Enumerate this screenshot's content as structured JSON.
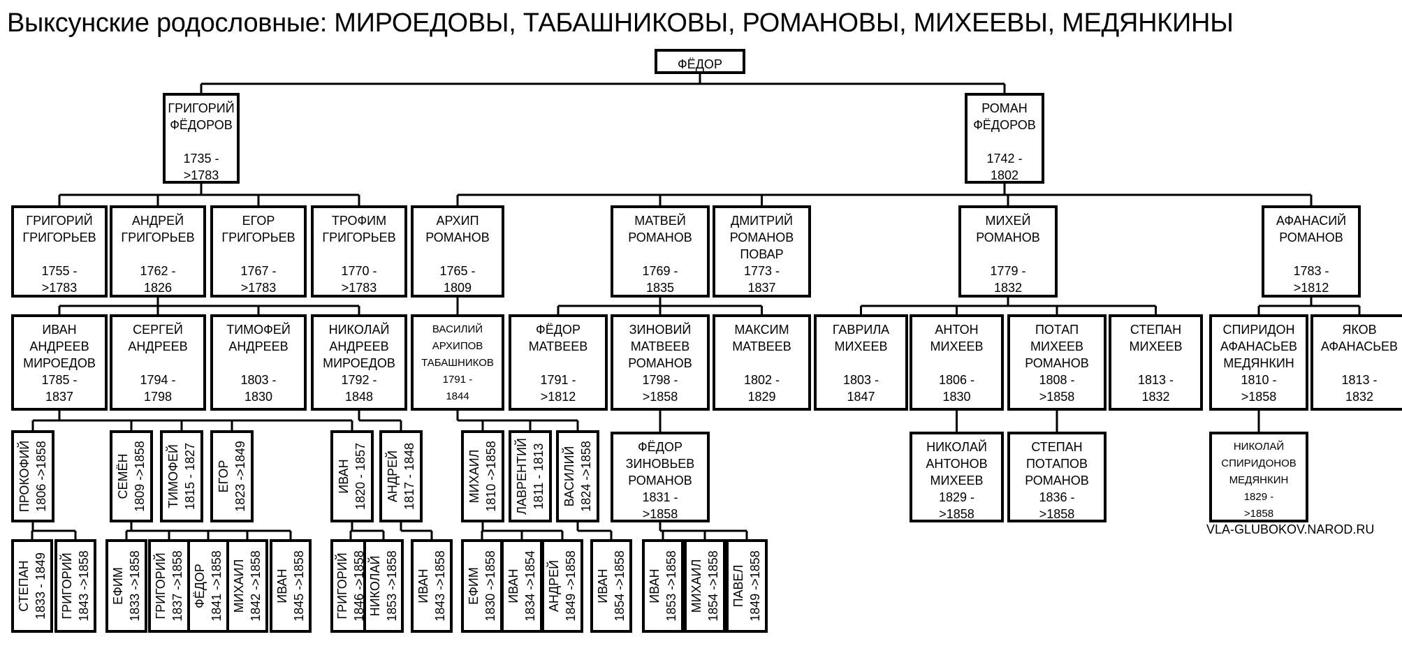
{
  "title": "Выксунские родословные: МИРОЕДОВЫ, ТАБАШНИКОВЫ, РОМАНОВЫ, МИХЕЕВЫ, МЕДЯНКИНЫ",
  "credit": "VLA-GLUBOKOV.NAROD.RU",
  "persons": [
    {
      "id": "fedor",
      "lines": [
        "ФЁДОР"
      ]
    },
    {
      "id": "grigoriy-fedorov",
      "lines": [
        "ГРИГОРИЙ",
        "ФЁДОРОВ",
        "",
        "1735 -",
        ">1783"
      ]
    },
    {
      "id": "roman-fedorov",
      "lines": [
        "РОМАН",
        "ФЁДОРОВ",
        "",
        "1742 -",
        "1802"
      ]
    },
    {
      "id": "grigoriy-grigoriev",
      "lines": [
        "ГРИГОРИЙ",
        "ГРИГОРЬЕВ",
        "",
        "1755 -",
        ">1783"
      ]
    },
    {
      "id": "andrey-grigoriev",
      "lines": [
        "АНДРЕЙ",
        "ГРИГОРЬЕВ",
        "",
        "1762 -",
        "1826"
      ]
    },
    {
      "id": "egor-grigoriev",
      "lines": [
        "ЕГОР",
        "ГРИГОРЬЕВ",
        "",
        "1767 -",
        ">1783"
      ]
    },
    {
      "id": "trofim-grigoriev",
      "lines": [
        "ТРОФИМ",
        "ГРИГОРЬЕВ",
        "",
        "1770 -",
        ">1783"
      ]
    },
    {
      "id": "arkhip-romanov",
      "lines": [
        "АРХИП",
        "РОМАНОВ",
        "",
        "1765 -",
        "1809"
      ]
    },
    {
      "id": "matvey-romanov",
      "lines": [
        "МАТВЕЙ",
        "РОМАНОВ",
        "",
        "1769 -",
        "1835"
      ]
    },
    {
      "id": "dmitriy-romanov",
      "lines": [
        "ДМИТРИЙ",
        "РОМАНОВ",
        "ПОВАР",
        "1773 -",
        "1837"
      ]
    },
    {
      "id": "mikhey-romanov",
      "lines": [
        "МИХЕЙ",
        "РОМАНОВ",
        "",
        "1779 -",
        "1832"
      ]
    },
    {
      "id": "afanasiy-romanov",
      "lines": [
        "АФАНАСИЙ",
        "РОМАНОВ",
        "",
        "1783 -",
        ">1812"
      ]
    },
    {
      "id": "ivan-andreev",
      "lines": [
        "ИВАН",
        "АНДРЕЕВ",
        "МИРОЕДОВ",
        "1785 -",
        "1837"
      ]
    },
    {
      "id": "sergey-andreev",
      "lines": [
        "СЕРГЕЙ",
        "АНДРЕЕВ",
        "",
        "1794 -",
        "1798"
      ]
    },
    {
      "id": "timofey-andreev",
      "lines": [
        "ТИМОФЕЙ",
        "АНДРЕЕВ",
        "",
        "1803 -",
        "1830"
      ]
    },
    {
      "id": "nikolay-andreev",
      "lines": [
        "НИКОЛАЙ",
        "АНДРЕЕВ",
        "МИРОЕДОВ",
        "1792 -",
        "1848"
      ]
    },
    {
      "id": "vasiliy-arkhipov",
      "lines": [
        "ВАСИЛИЙ",
        "АРХИПОВ",
        "ТАБАШНИКОВ",
        "1791 -",
        "1844"
      ]
    },
    {
      "id": "fedor-matveev",
      "lines": [
        "ФЁДОР",
        "МАТВЕЕВ",
        "",
        "1791 -",
        ">1812"
      ]
    },
    {
      "id": "zinoviy-matveev",
      "lines": [
        "ЗИНОВИЙ",
        "МАТВЕЕВ",
        "РОМАНОВ",
        "1798 -",
        ">1858"
      ]
    },
    {
      "id": "maksim-matveev",
      "lines": [
        "МАКСИМ",
        "МАТВЕЕВ",
        "",
        "1802 -",
        "1829"
      ]
    },
    {
      "id": "gavrila-mikheev",
      "lines": [
        "ГАВРИЛА",
        "МИХЕЕВ",
        "",
        "1803 -",
        "1847"
      ]
    },
    {
      "id": "anton-mikheev",
      "lines": [
        "АНТОН",
        "МИХЕЕВ",
        "",
        "1806 -",
        "1830"
      ]
    },
    {
      "id": "potap-mikheev",
      "lines": [
        "ПОТАП",
        "МИХЕЕВ",
        "РОМАНОВ",
        "1808 -",
        ">1858"
      ]
    },
    {
      "id": "stepan-mikheev",
      "lines": [
        "СТЕПАН",
        "МИХЕЕВ",
        "",
        "1813 -",
        "1832"
      ]
    },
    {
      "id": "spiridon-afanasiev",
      "lines": [
        "СПИРИДОН",
        "АФАНАСЬЕВ",
        "МЕДЯНКИН",
        "1810 -",
        ">1858"
      ]
    },
    {
      "id": "yakov-afanasiev",
      "lines": [
        "ЯКОВ",
        "АФАНАСЬЕВ",
        "",
        "1813 -",
        "1832"
      ]
    },
    {
      "id": "fedor-zinoviev",
      "lines": [
        "ФЁДОР",
        "ЗИНОВЬЕВ",
        "РОМАНОВ",
        "1831 -",
        ">1858"
      ]
    },
    {
      "id": "nikolay-antonov",
      "lines": [
        "НИКОЛАЙ",
        "АНТОНОВ",
        "МИХЕЕВ",
        "1829 -",
        ">1858"
      ]
    },
    {
      "id": "stepan-potapov",
      "lines": [
        "СТЕПАН",
        "ПОТАПОВ",
        "РОМАНОВ",
        "1836 -",
        ">1858"
      ]
    },
    {
      "id": "nikolay-spiridonov",
      "lines": [
        "НИКОЛАЙ",
        "СПИРИДОНОВ",
        "МЕДЯНКИН",
        "1829 -",
        ">1858"
      ]
    },
    {
      "id": "prokofiy",
      "lines": [
        "ПРОКОФИЙ",
        "1806 ->1858"
      ]
    },
    {
      "id": "semen",
      "lines": [
        "СЕМЁН",
        "1809 ->1858"
      ]
    },
    {
      "id": "timofey",
      "lines": [
        "ТИМОФЕЙ",
        "1815 - 1827"
      ]
    },
    {
      "id": "egor",
      "lines": [
        "ЕГОР",
        "1823 ->1849"
      ]
    },
    {
      "id": "ivan-1820",
      "lines": [
        "ИВАН",
        "1820 - 1857"
      ]
    },
    {
      "id": "andrey-1817",
      "lines": [
        "АНДРЕЙ",
        "1817 - 1848"
      ]
    },
    {
      "id": "mikhail-1810",
      "lines": [
        "МИХАИЛ",
        "1810 ->1858"
      ]
    },
    {
      "id": "lavrentiy",
      "lines": [
        "ЛАВРЕНТИЙ",
        "1811 - 1813"
      ]
    },
    {
      "id": "vasiliy-1824",
      "lines": [
        "ВАСИЛИЙ",
        "1824 ->1858"
      ]
    },
    {
      "id": "stepan-1833",
      "lines": [
        "СТЕПАН",
        "1833 - 1849"
      ]
    },
    {
      "id": "grigoriy-1843",
      "lines": [
        "ГРИГОРИЙ",
        "1843 ->1858"
      ]
    },
    {
      "id": "efim-1833",
      "lines": [
        "ЕФИМ",
        "1833 ->1858"
      ]
    },
    {
      "id": "grigoriy-1837",
      "lines": [
        "ГРИГОРИЙ",
        "1837 ->1858"
      ]
    },
    {
      "id": "fedor-1841",
      "lines": [
        "ФЁДОР",
        "1841 ->1858"
      ]
    },
    {
      "id": "mikhail-1842",
      "lines": [
        "МИХАИЛ",
        "1842 ->1858"
      ]
    },
    {
      "id": "ivan-1845",
      "lines": [
        "ИВАН",
        "1845 ->1858"
      ]
    },
    {
      "id": "grigoriy-1846",
      "lines": [
        "ГРИГОРИЙ",
        "1846 ->1858"
      ]
    },
    {
      "id": "nikolay-1853",
      "lines": [
        "НИКОЛАЙ",
        "1853 ->1858"
      ]
    },
    {
      "id": "ivan-1843",
      "lines": [
        "ИВАН",
        "1843 ->1858"
      ]
    },
    {
      "id": "efim-1830",
      "lines": [
        "ЕФИМ",
        "1830 ->1858"
      ]
    },
    {
      "id": "ivan-1834",
      "lines": [
        "ИВАН",
        "1834 ->1854"
      ]
    },
    {
      "id": "andrey-1849",
      "lines": [
        "АНДРЕЙ",
        "1849 ->1858"
      ]
    },
    {
      "id": "ivan-1854",
      "lines": [
        "ИВАН",
        "1854 ->1858"
      ]
    },
    {
      "id": "ivan-1853",
      "lines": [
        "ИВАН",
        "1853 ->1858"
      ]
    },
    {
      "id": "mikhail-1854",
      "lines": [
        "МИХАИЛ",
        "1854 ->1858"
      ]
    },
    {
      "id": "pavel-1849",
      "lines": [
        "ПАВЕЛ",
        "1849 ->1858"
      ]
    }
  ]
}
